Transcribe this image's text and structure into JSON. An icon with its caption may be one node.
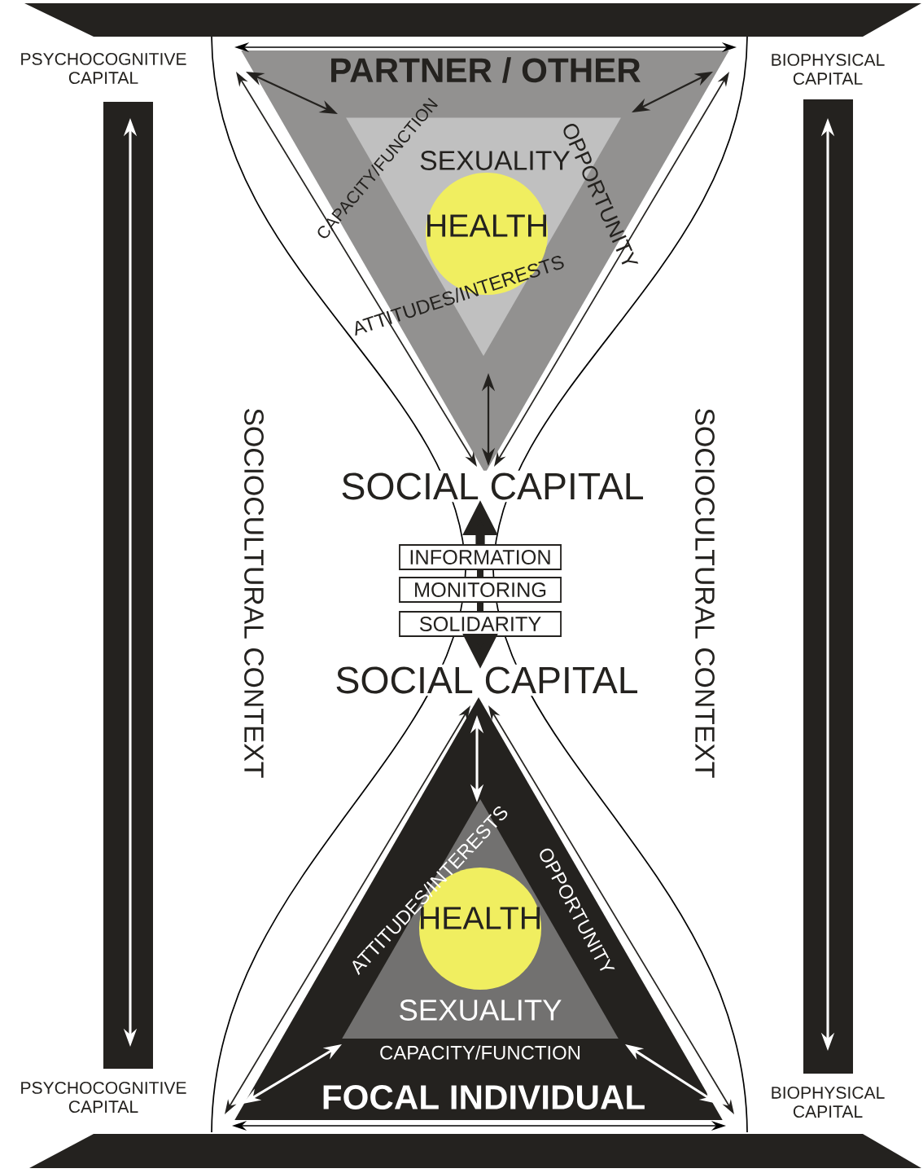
{
  "diagram": {
    "nodes": [
      {
        "text": [
          "PARTNER / OTHER"
        ]
      },
      {
        "text": [
          "SEXUALITY"
        ],
        "in": 0
      },
      {
        "text": [
          "HEALTH"
        ],
        "in": 1
      },
      {
        "text": [
          "SOCIAL CAPITAL"
        ]
      },
      {
        "text": [
          "INFORMATION"
        ]
      },
      {
        "text": [
          "MONITORING"
        ]
      },
      {
        "text": [
          "SOLIDARITY"
        ]
      },
      {
        "text": [
          "SOCIAL CAPITAL"
        ]
      },
      {
        "text": [
          "FOCAL INDIVIDUAL"
        ]
      },
      {
        "text": [
          "SEXUALITY"
        ],
        "in": 8
      },
      {
        "text": [
          "HEALTH"
        ],
        "in": 9
      },
      {
        "text": [
          "PSYCHOCOGNITIVE CAPITAL"
        ]
      },
      {
        "text": [
          "PSYCHOCOGNITIVE CAPITAL"
        ]
      },
      {
        "text": [
          "BIOPHYSICAL CAPITAL"
        ]
      },
      {
        "text": [
          "BIOPHYSICAL CAPITAL"
        ]
      }
    ],
    "edges": [
      {
        "from": 0,
        "to": 1,
        "arrow": "both",
        "color": "#24221f"
      },
      {
        "from": 0,
        "to": 1,
        "arrow": "both",
        "color": "#24221f"
      },
      {
        "from": 1,
        "to": 3,
        "arrow": "both",
        "color": "#24221f"
      },
      {
        "from": 4,
        "to": 3,
        "arrow": "to",
        "style": "thick",
        "color": "#24221f"
      },
      {
        "from": 6,
        "to": 7,
        "arrow": "to",
        "style": "thick",
        "color": "#24221f"
      },
      {
        "from": 7,
        "to": 9,
        "arrow": "both",
        "color": "#ffffff"
      },
      {
        "from": 8,
        "to": 9,
        "arrow": "both",
        "color": "#ffffff"
      },
      {
        "from": 8,
        "to": 9,
        "arrow": "both",
        "color": "#ffffff"
      },
      {
        "from": 11,
        "to": 12,
        "arrow": "both",
        "color": "#ffffff"
      },
      {
        "from": 13,
        "to": 14,
        "arrow": "both",
        "color": "#ffffff"
      },
      {
        "from": 0,
        "to": 3,
        "arrow": "both",
        "color": "#24221f"
      },
      {
        "from": 0,
        "to": 3,
        "arrow": "both",
        "color": "#24221f"
      },
      {
        "from": 8,
        "to": 7,
        "arrow": "both",
        "color": "#24221f"
      },
      {
        "from": 8,
        "to": 7,
        "arrow": "both",
        "color": "#24221f"
      }
    ],
    "labels": [
      "CAPACITY/FUNCTION",
      "OPPORTUNITY",
      "ATTITUDES/INTERESTS",
      "SOCIOCULTURAL CONTEXT",
      "SOCIOCULTURAL CONTEXT",
      "ATTITUDES/INTERESTS",
      "OPPORTUNITY",
      "CAPACITY/FUNCTION"
    ]
  }
}
